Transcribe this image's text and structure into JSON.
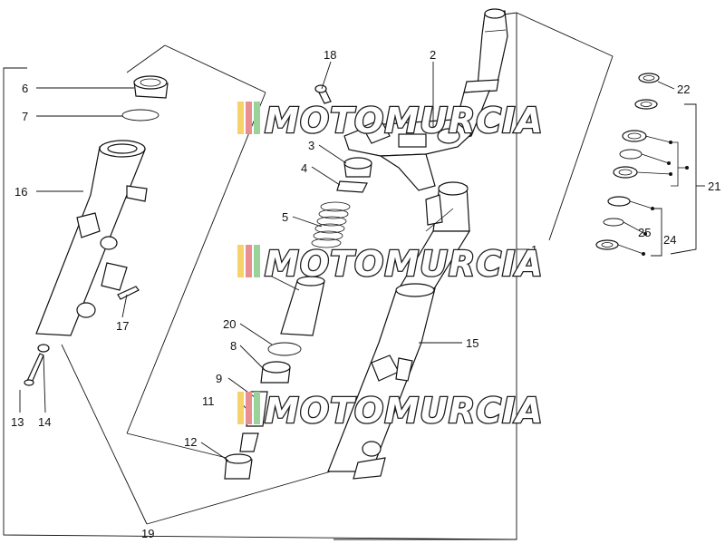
{
  "callouts": {
    "c1": "1",
    "c2": "2",
    "c3": "3",
    "c4": "4",
    "c5": "5",
    "c6": "6",
    "c7": "7",
    "c8": "8",
    "c9": "9",
    "c11": "11",
    "c12": "12",
    "c13": "13",
    "c14": "14",
    "c15": "15",
    "c16": "16",
    "c17": "17",
    "c18": "18",
    "c19": "19",
    "c20": "20",
    "c21": "21",
    "c22": "22",
    "c24": "24",
    "c25": "25"
  },
  "watermark": {
    "text": "MOTOMURCIA"
  }
}
